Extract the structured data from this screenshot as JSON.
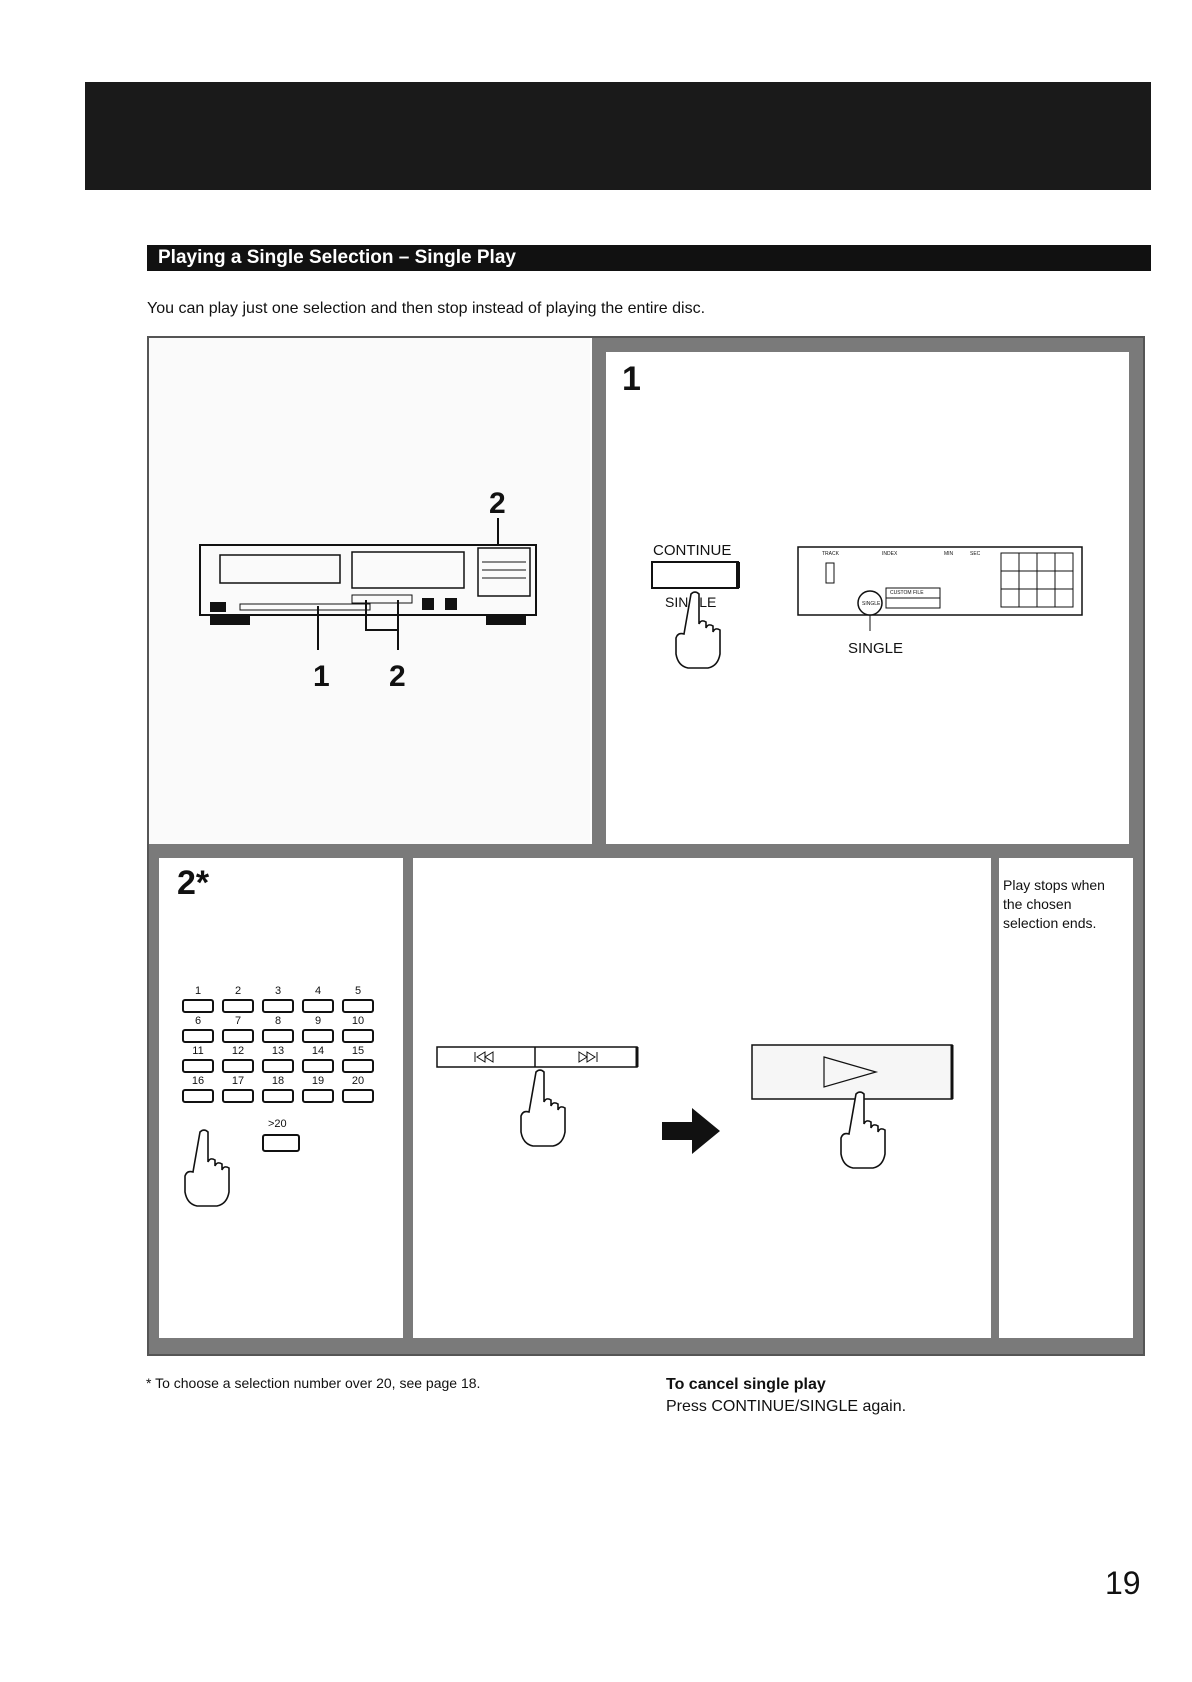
{
  "section": {
    "title": "Playing a Single Selection – Single Play"
  },
  "intro": "You can play just one selection and then stop instead of playing the entire disc.",
  "device_panel": {
    "callouts": [
      "2",
      "1",
      "2"
    ]
  },
  "step1": {
    "number": "1",
    "button_label": "CONTINUE",
    "button_sublabel": "SINGLE",
    "display_labels": [
      "TRACK",
      "INDEX",
      "MIN",
      "SEC"
    ],
    "display_tags": [
      "CUSTOM FILE",
      "SINGLE"
    ],
    "indicator_label": "SINGLE"
  },
  "step2": {
    "number": "2*",
    "keypad_rows": [
      [
        "1",
        "2",
        "3",
        "4",
        "5"
      ],
      [
        "6",
        "7",
        "8",
        "9",
        "10"
      ],
      [
        "11",
        "12",
        "13",
        "14",
        "15"
      ],
      [
        "16",
        "17",
        "18",
        "19",
        "20"
      ]
    ],
    "over_key_label": ">20",
    "note": "Play stops when the chosen selection ends."
  },
  "footnote": "* To choose a selection number over 20, see page 18.",
  "cancel": {
    "heading": "To cancel single play",
    "text": "Press CONTINUE/SINGLE again."
  },
  "page_number": "19"
}
